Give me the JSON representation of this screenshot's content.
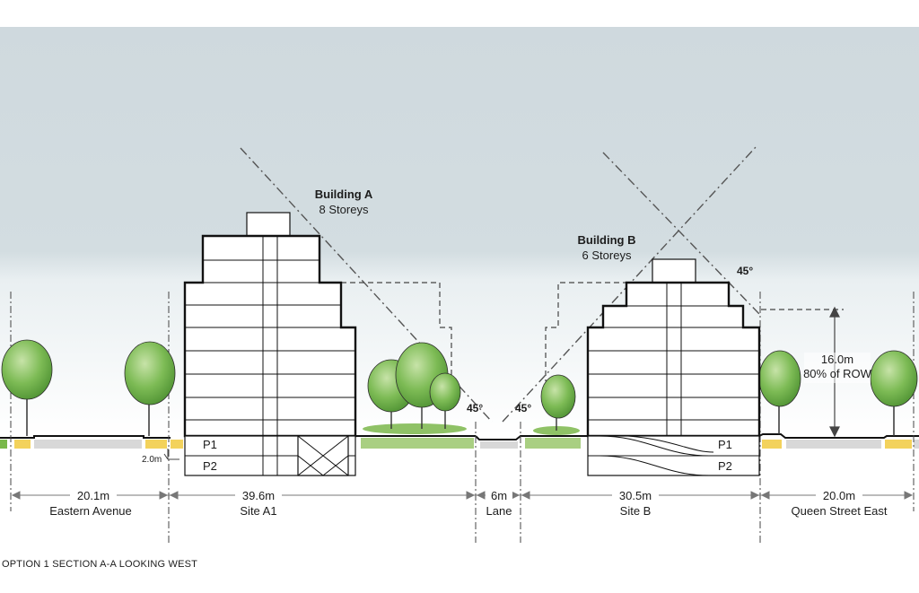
{
  "colors": {
    "sky_top": "#cfd9de",
    "sky_bottom": "#ffffff",
    "building_stroke": "#111111",
    "tree_green": "#6fb14a",
    "grass": "#a9cf82",
    "sidewalk": "#d8d8d8",
    "curb": "#f3d25c",
    "dash": "#555555"
  },
  "buildings": {
    "a": {
      "name": "Building A",
      "storeys": "8 Storeys",
      "p1": "P1",
      "p2": "P2"
    },
    "b": {
      "name": "Building B",
      "storeys": "6 Storeys",
      "p1": "P1",
      "p2": "P2"
    }
  },
  "angle_labels": {
    "a": "45°",
    "b": "45°",
    "c": "45°"
  },
  "height_dim": {
    "value": "16.0m",
    "note": "80% of ROW"
  },
  "small_dim": "2.0m",
  "widths": [
    {
      "value": "20.1m",
      "name": "Eastern Avenue"
    },
    {
      "value": "39.6m",
      "name": "Site A1"
    },
    {
      "value": "6m",
      "name": "Lane"
    },
    {
      "value": "30.5m",
      "name": "Site B"
    },
    {
      "value": "20.0m",
      "name": "Queen Street East"
    }
  ],
  "caption": "OPTION 1 SECTION A-A LOOKING WEST"
}
